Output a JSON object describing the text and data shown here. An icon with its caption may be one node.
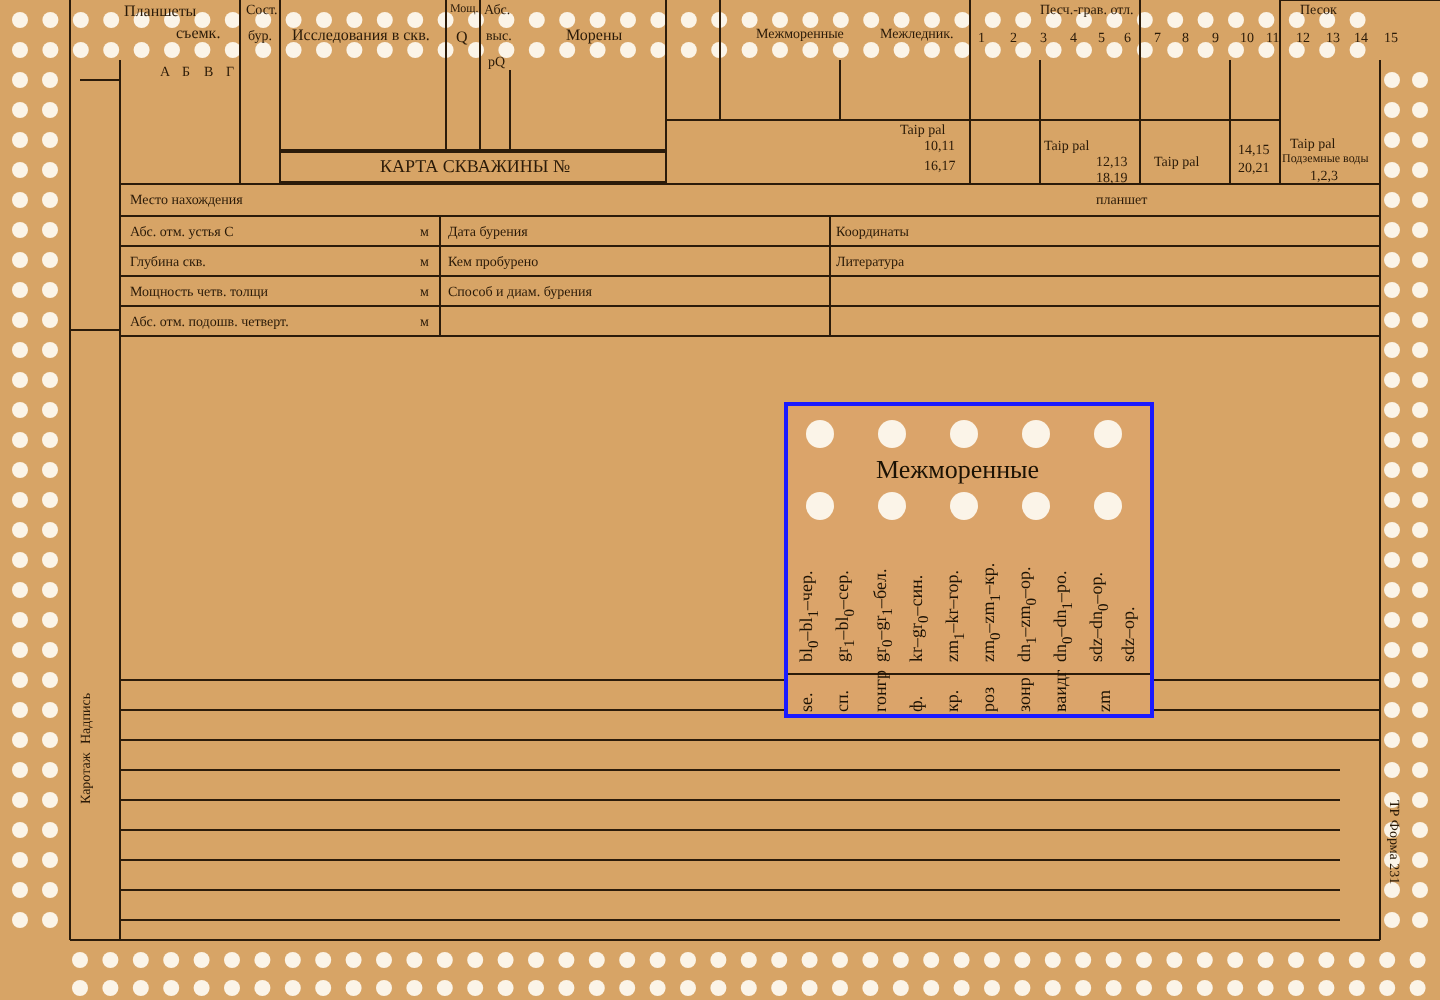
{
  "diagram": {
    "nodes": [
      {
        "text": [
          "Межморенные",
          "bl$_{0}$–bl$_{1}$–чер.",
          "gr$_{1}$–bl$_{0}$–сер.",
          "gr$_{0}$–gr$_{1}$–бел.",
          "kr–gr$_{0}$–син.",
          "zm$_{1}$–kr–гор.",
          "zm$_{0}$–zm$_{1}$–кр.",
          "dn$_{1}$–zm$_{0}$–ор.",
          "dn$_{0}$–dn$_{1}$–ро.",
          "sdz–dn$_{0}$–ор.",
          "sdz–ор.",
          "se.",
          "сп.",
          "гонгр",
          "ф.",
          "кр.",
          "роз",
          "зонр",
          "ваидг",
          "zm"
        ]
      }
    ],
    "edges": [],
    "labels": [
      "Планшеты",
      "съемк.",
      "А",
      "Б",
      "В",
      "Г",
      "Сост.",
      "бур.",
      "Исследования в скв.",
      "Мощ.",
      "Q",
      "Абс.",
      "выс.",
      "pQ",
      "Морены",
      "Межморенные",
      "Межледник.",
      "Песч.-грав. отл.",
      "1",
      "2",
      "3",
      "4",
      "5",
      "6",
      "7",
      "8",
      "9",
      "10",
      "11",
      "12",
      "13",
      "14",
      "15",
      "Песок",
      "КАРТА СКВАЖИНЫ №",
      "Taip pal",
      "10,11",
      "16,17",
      "Taip pal",
      "12,13",
      "18,19",
      "Taip pal",
      "14,15",
      "20,21",
      "Taip pal",
      "Подземные воды",
      "1,2,3",
      "Место нахождения",
      "планшет",
      "Абс. отм. устья С",
      "м",
      "Дата бурения",
      "Координаты",
      "Глубина скв.",
      "м",
      "Кем пробурено",
      "Литература",
      "Мощность четв. толщи",
      "м",
      "Способ и диам. бурения",
      "Абс. отм. подошв. четверт.",
      "м",
      "Надпись",
      "Каротаж",
      "ТР Форма 231"
    ]
  }
}
